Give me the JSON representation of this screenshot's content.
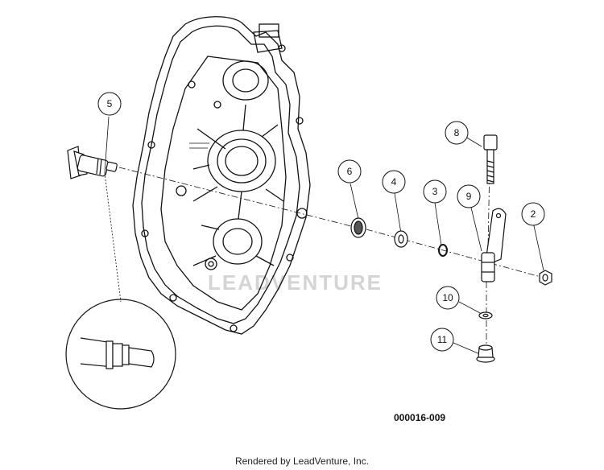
{
  "diagram": {
    "callouts": [
      {
        "id": "c5",
        "label": "5"
      },
      {
        "id": "c6",
        "label": "6"
      },
      {
        "id": "c4",
        "label": "4"
      },
      {
        "id": "c3",
        "label": "3"
      },
      {
        "id": "c8",
        "label": "8"
      },
      {
        "id": "c9",
        "label": "9"
      },
      {
        "id": "c2",
        "label": "2"
      },
      {
        "id": "c10",
        "label": "10"
      },
      {
        "id": "c11",
        "label": "11"
      }
    ],
    "figure_number": "000016-009",
    "watermark": "LEADVENTURE"
  },
  "footer": {
    "text": "Rendered by LeadVenture, Inc."
  }
}
